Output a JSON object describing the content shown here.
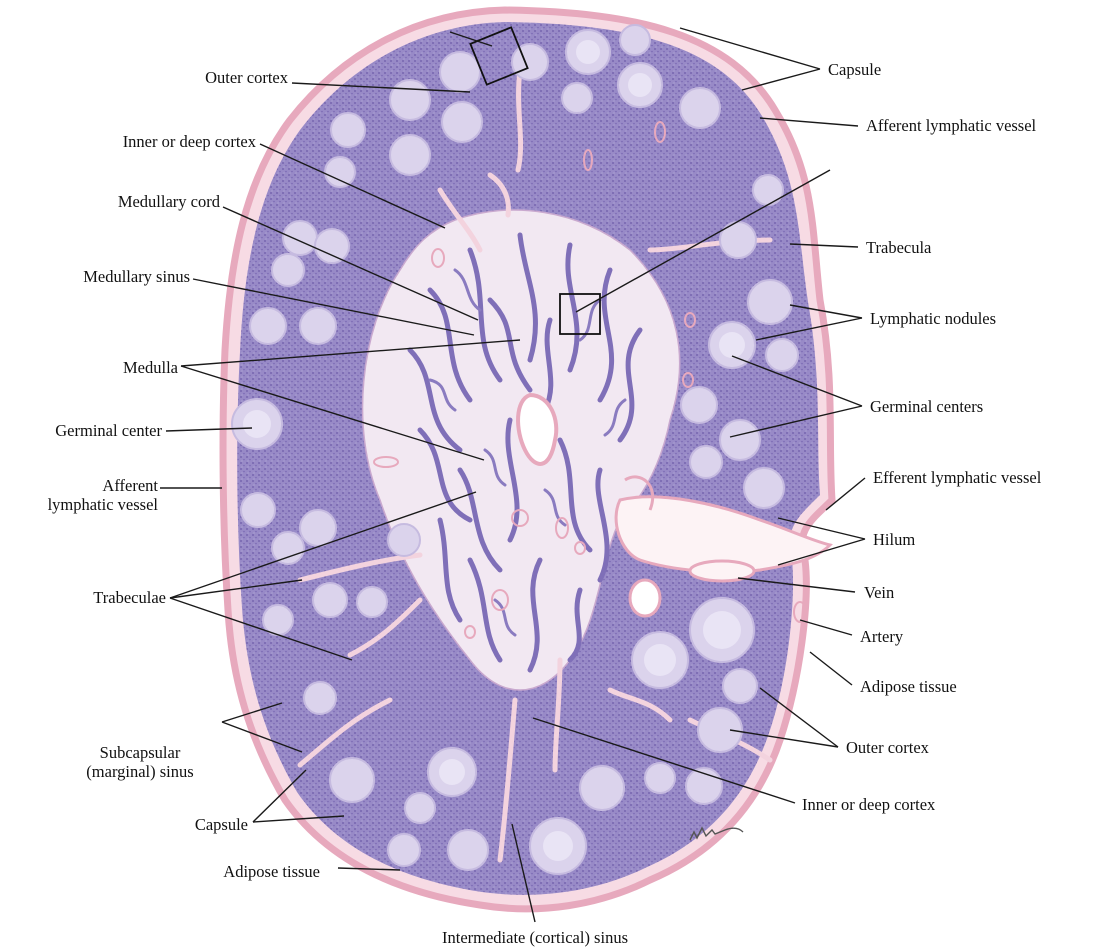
{
  "labels": {
    "outer_cortex_top": "Outer cortex",
    "inner_deep_cortex_top": "Inner or deep cortex",
    "medullary_cord": "Medullary cord",
    "medullary_sinus": "Medullary sinus",
    "medulla": "Medulla",
    "germinal_center": "Germinal center",
    "afferent_lymphatic_vessel_left_1": "Afferent",
    "afferent_lymphatic_vessel_left_2": "lymphatic vessel",
    "trabeculae": "Trabeculae",
    "subcapsular_sinus_1": "Subcapsular",
    "subcapsular_sinus_2": "(marginal) sinus",
    "capsule_bottom": "Capsule",
    "adipose_tissue_bottom": "Adipose tissue",
    "intermediate_sinus": "Intermediate (cortical) sinus",
    "capsule_top": "Capsule",
    "afferent_lymphatic_vessel_right": "Afferent lymphatic vessel",
    "trabecula": "Trabecula",
    "lymphatic_nodules": "Lymphatic nodules",
    "germinal_centers": "Germinal centers",
    "efferent_lymphatic_vessel": "Efferent lymphatic vessel",
    "hilum": "Hilum",
    "vein": "Vein",
    "artery": "Artery",
    "adipose_tissue_right": "Adipose tissue",
    "outer_cortex_bottom": "Outer cortex",
    "inner_deep_cortex_bottom": "Inner or deep cortex"
  },
  "colors": {
    "cortex": "#9a8cc9",
    "cortex_dark": "#7f6fb8",
    "nodule": "#d9d2ec",
    "germinal_center": "#e6e1f3",
    "medulla_bg": "#efe6f1",
    "capsule": "#e7a9bd",
    "leader": "#1a1a1a"
  }
}
